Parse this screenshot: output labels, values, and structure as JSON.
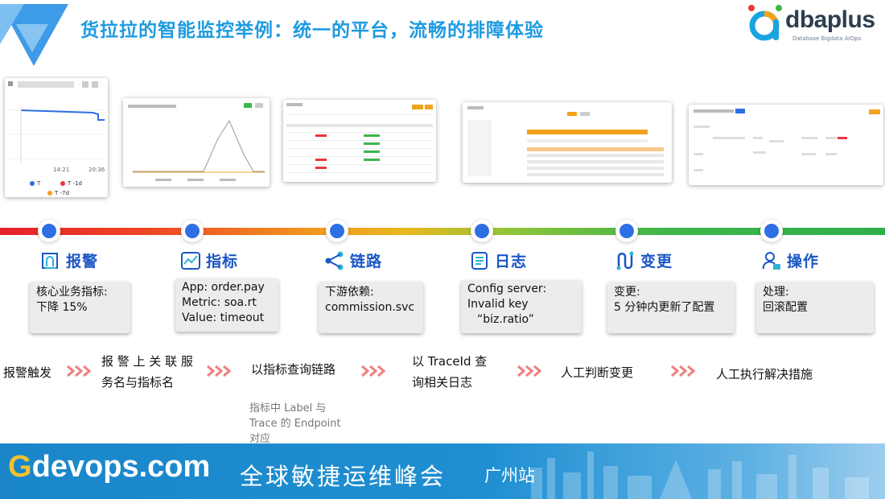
{
  "slide": {
    "title": "货拉拉的智能监控举例：统一的平台，流畅的排障体验",
    "brand_name": "dbaplus",
    "brand_tagline": "Database Bigdata AIOps"
  },
  "screenshots": {
    "alert_shot": {
      "legend": [
        "T",
        "T -1d",
        "T -7d"
      ],
      "times": [
        "14:21",
        "20:36"
      ]
    }
  },
  "stages": [
    {
      "title": "报警",
      "icon": "alert-icon",
      "lines": [
        "核心业务指标:",
        "下降 15%"
      ]
    },
    {
      "title": "指标",
      "icon": "metrics-icon",
      "lines": [
        "App: order.pay",
        "Metric: soa.rt",
        "Value: timeout"
      ]
    },
    {
      "title": "链路",
      "icon": "trace-icon",
      "lines": [
        "下游依赖:",
        "commission.svc"
      ]
    },
    {
      "title": "日志",
      "icon": "log-icon",
      "lines": [
        "Config server:",
        "Invalid key",
        "“biz.ratio”"
      ]
    },
    {
      "title": "变更",
      "icon": "change-icon",
      "lines": [
        "变更:",
        "5 分钟内更新了配置"
      ]
    },
    {
      "title": "操作",
      "icon": "operation-icon",
      "lines": [
        "处理:",
        "回滚配置"
      ]
    }
  ],
  "flow_steps": [
    "报警触发",
    "报警上关联服务名与指标名",
    "以指标查询链路",
    "以 TraceId 查询相关日志",
    "人工判断变更",
    "人工执行解决措施"
  ],
  "flow_display": {
    "step2_line1": "报 警 上 关 联 服",
    "step2_line2": "务名与指标名",
    "step4_line1": "以  TraceId  查",
    "step4_line2": "询相关日志"
  },
  "note": [
    "指标中 Label 与",
    "Trace 的 Endpoint",
    "对应"
  ],
  "footer": {
    "site_g": "G",
    "site_rest": "devops.com",
    "conference": "全球敏捷运维峰会",
    "city": "广州站"
  },
  "colors": {
    "title": "#1e9be0",
    "stage_title": "#1a56c5",
    "node": "#2e6fe4",
    "footer": "#1f8fd2",
    "chevron": "#f07d7d"
  }
}
